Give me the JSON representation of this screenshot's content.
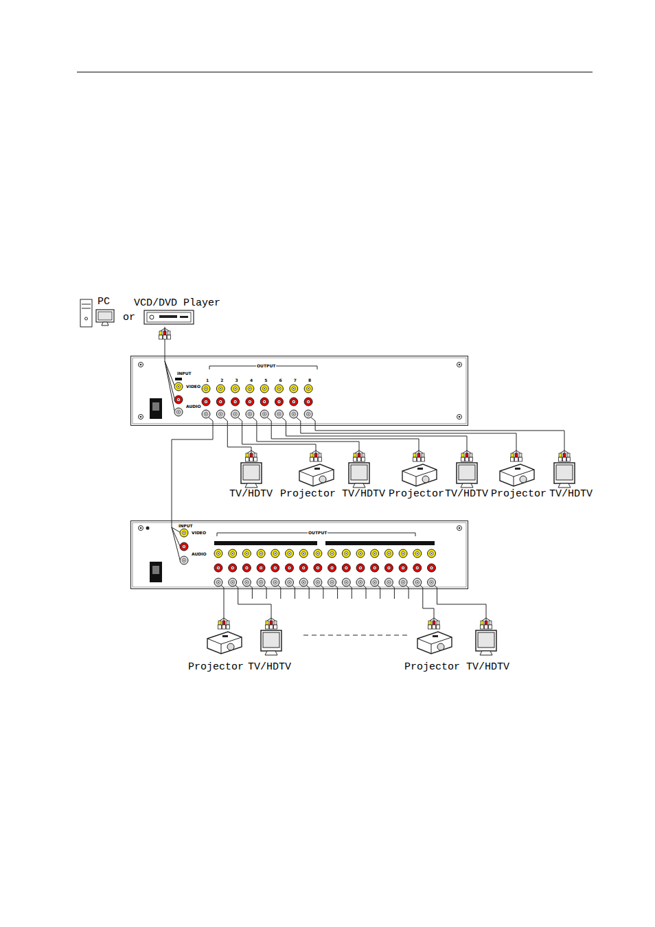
{
  "diagram": {
    "nodes": [
      {
        "text": [
          "PC"
        ]
      },
      {
        "text": [
          "VCD/DVD Player"
        ]
      },
      {
        "text": [
          "INPUT",
          "VIDEO",
          "AUDIO",
          "OUTPUT",
          "1",
          "2",
          "3",
          "4",
          "5",
          "6",
          "7",
          "8"
        ]
      },
      {
        "text": [
          "TV/HDTV"
        ]
      },
      {
        "text": [
          "Projector"
        ]
      },
      {
        "text": [
          "TV/HDTV"
        ]
      },
      {
        "text": [
          "Projector"
        ]
      },
      {
        "text": [
          "TV/HDTV"
        ]
      },
      {
        "text": [
          "Projector"
        ]
      },
      {
        "text": [
          "TV/HDTV"
        ]
      },
      {
        "text": [
          "INPUT",
          "VIDEO",
          "AUDIO",
          "OUTPUT"
        ]
      },
      {
        "text": [
          "Projector"
        ]
      },
      {
        "text": [
          "TV/HDTV"
        ]
      },
      {
        "text": [
          "Projector"
        ]
      },
      {
        "text": [
          "TV/HDTV"
        ]
      }
    ],
    "edges": [
      {
        "from": 1,
        "to": 2,
        "arrow": "none"
      },
      {
        "from": 2,
        "to": 3,
        "arrow": "none"
      },
      {
        "from": 2,
        "to": 4,
        "arrow": "none"
      },
      {
        "from": 2,
        "to": 5,
        "arrow": "none"
      },
      {
        "from": 2,
        "to": 6,
        "arrow": "none"
      },
      {
        "from": 2,
        "to": 7,
        "arrow": "none"
      },
      {
        "from": 2,
        "to": 8,
        "arrow": "none"
      },
      {
        "from": 2,
        "to": 9,
        "arrow": "none"
      },
      {
        "from": 2,
        "to": 10,
        "arrow": "none"
      },
      {
        "from": 10,
        "to": 11,
        "arrow": "none"
      },
      {
        "from": 10,
        "to": 12,
        "arrow": "none"
      },
      {
        "from": 10,
        "to": 13,
        "arrow": "none"
      },
      {
        "from": 10,
        "to": 14,
        "arrow": "none"
      }
    ],
    "labels": [
      "or"
    ]
  }
}
